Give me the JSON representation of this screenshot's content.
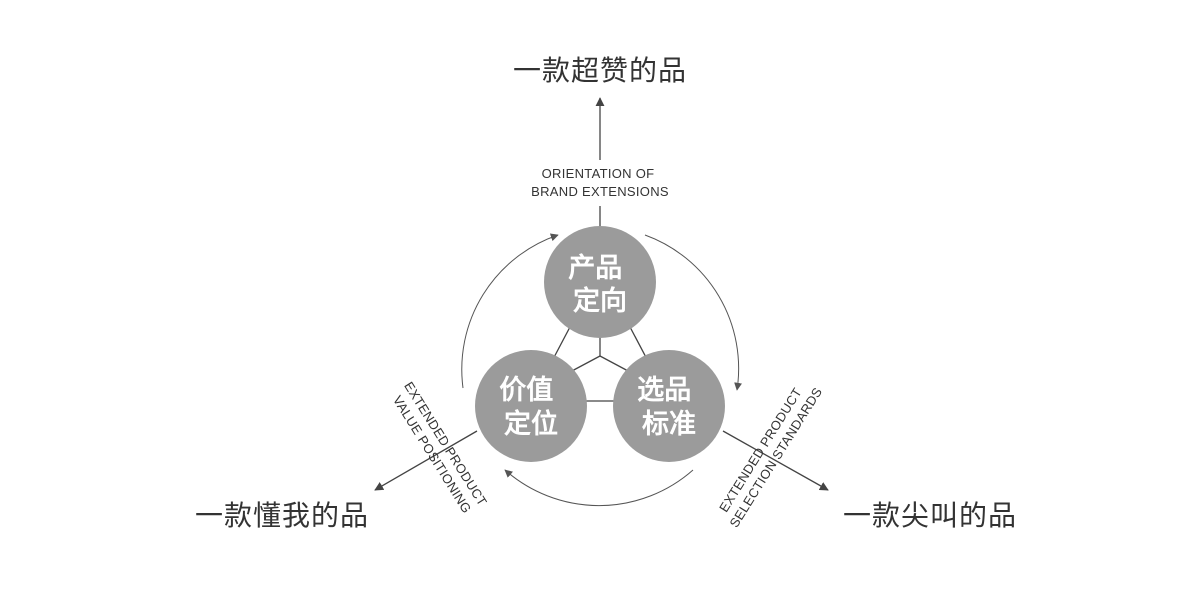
{
  "outcomes": {
    "top": "一款超赞的品",
    "left": "一款懂我的品",
    "right": "一款尖叫的品"
  },
  "captions": {
    "top": [
      "ORIENTATION OF",
      "BRAND EXTENSIONS"
    ],
    "left": [
      "EXTENDED PRODUCT",
      "VALUE POSITIONING"
    ],
    "right": [
      "EXTENDED PRODUCT",
      "SELECTION STANDARDS"
    ]
  },
  "nodes": {
    "top": [
      "产品",
      "定向"
    ],
    "left": [
      "价值",
      "定位"
    ],
    "right": [
      "选品",
      "标准"
    ]
  },
  "colors": {
    "node_fill": "#9b9b9b",
    "line": "#444444",
    "text": "#333333"
  }
}
